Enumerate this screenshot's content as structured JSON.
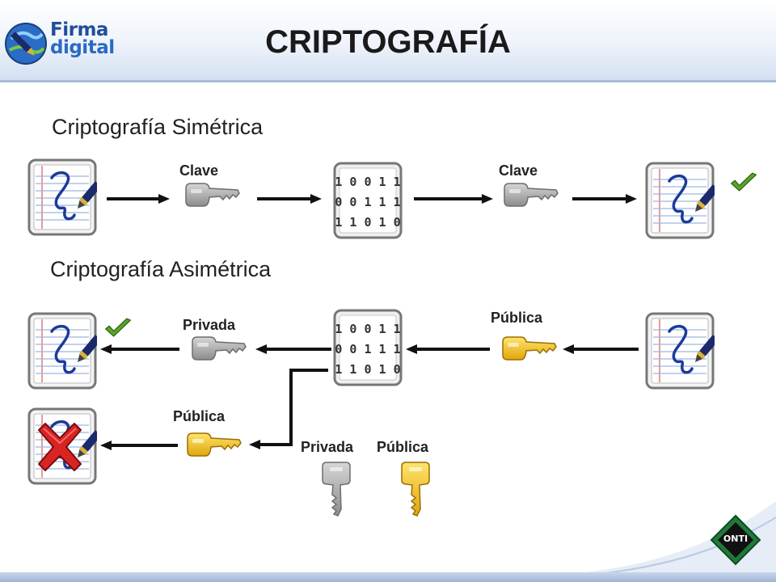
{
  "header": {
    "title": "CRIPTOGRAFÍA",
    "logo_line1": "Firma",
    "logo_line2": "digital"
  },
  "symmetric": {
    "title": "Criptografía Simétrica",
    "key_label_1": "Clave",
    "key_label_2": "Clave"
  },
  "asymmetric": {
    "title": "Criptografía Asimétrica",
    "label_privada_top": "Privada",
    "label_publica_top": "Pública",
    "label_publica_bottom": "Pública",
    "label_privada_pair": "Privada",
    "label_publica_pair": "Pública"
  },
  "binary_rows": [
    "1 0 0 1 1",
    "0 0 1 1 1",
    "1 1 0 1 0"
  ],
  "badge": "ONTI",
  "colors": {
    "silver_key": "#a9a9a9",
    "gold_key": "#f2c21a",
    "check": "#4f9a1e",
    "cross": "#d42020",
    "logo_blue": "#1f4e9a"
  }
}
